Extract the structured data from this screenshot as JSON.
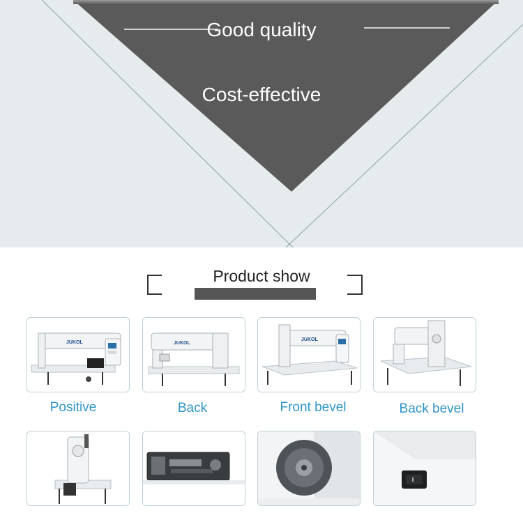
{
  "banner": {
    "line1": "Good quality",
    "line2": "Cost-effective"
  },
  "section": {
    "title": "Product show"
  },
  "products": [
    {
      "caption": "Positive"
    },
    {
      "caption": "Back"
    },
    {
      "caption": "Front bevel"
    },
    {
      "caption": "Back bevel"
    },
    {
      "caption": ""
    },
    {
      "caption": ""
    },
    {
      "caption": ""
    },
    {
      "caption": ""
    }
  ],
  "colors": {
    "banner_bg": "#e6eced",
    "triangle": "#5a5a5a",
    "caption": "#2f95c8"
  }
}
